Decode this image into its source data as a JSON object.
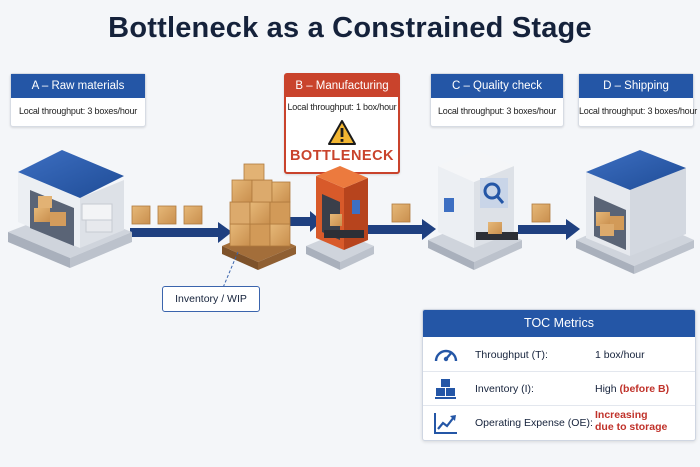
{
  "title": "Bottleneck as a Constrained Stage",
  "stages": [
    {
      "name": "A – Raw materials",
      "throughput": "Local throughput: 3 boxes/hour"
    },
    {
      "name": "B – Manufacturing",
      "throughput": "Local throughput: 1 box/hour",
      "badge": "BOTTLENECK"
    },
    {
      "name": "C – Quality check",
      "throughput": "Local throughput: 3 boxes/hour"
    },
    {
      "name": "D – Shipping",
      "throughput": "Local throughput: 3 boxes/hour"
    }
  ],
  "inventory_label": "Inventory / WIP",
  "toc": {
    "title": "TOC Metrics",
    "rows": [
      {
        "label": "Throughput (T):",
        "value": "1 box/hour",
        "icon": "gauge-icon"
      },
      {
        "label": "Inventory (I):",
        "value": "High",
        "value_note": "(before B)",
        "icon": "boxes-icon"
      },
      {
        "label": "Operating Expense (OE):",
        "value_line1": "Increasing",
        "value_line2": "due to storage",
        "icon": "rising-chart-icon"
      }
    ]
  },
  "colors": {
    "primary": "#2456a6",
    "bottleneck": "#c9432c",
    "box": "#d9a566"
  }
}
